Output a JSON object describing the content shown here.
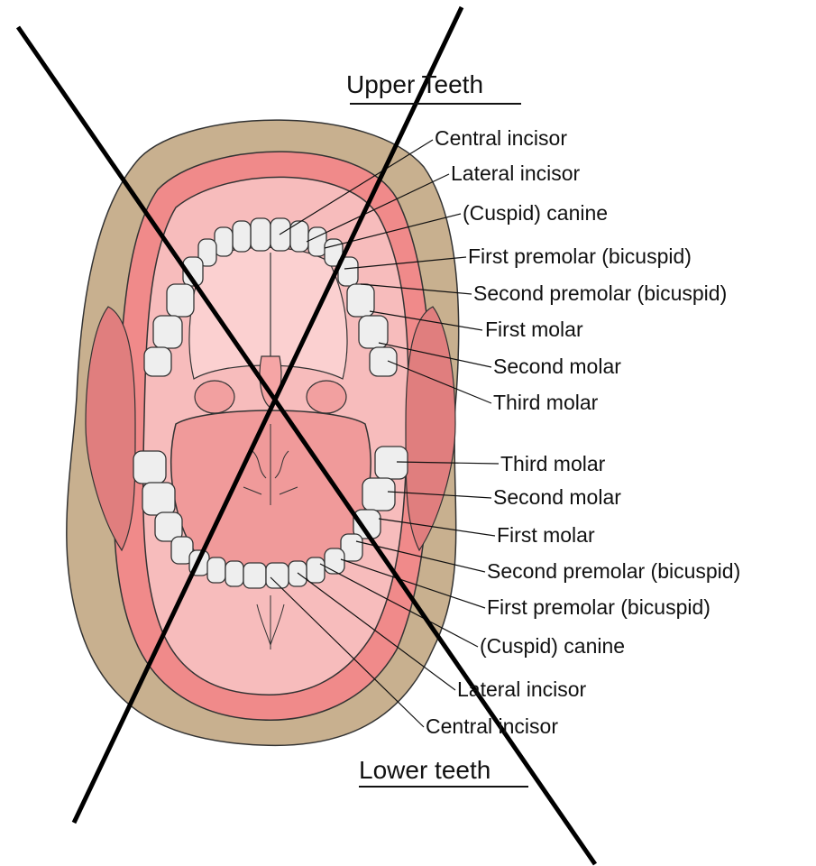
{
  "title_upper": "Upper Teeth",
  "title_lower": "Lower teeth",
  "upper_labels": [
    "Central incisor",
    "Lateral incisor",
    "(Cuspid) canine",
    "First premolar (bicuspid)",
    "Second premolar (bicuspid)",
    "First molar",
    "Second molar",
    "Third molar"
  ],
  "lower_labels": [
    "Third molar",
    "Second molar",
    "First molar",
    "Second premolar (bicuspid)",
    "First premolar (bicuspid)",
    "(Cuspid) canine",
    "Lateral incisor",
    "Central incisor"
  ],
  "colors": {
    "skin": "#c8b08f",
    "lip": "#f08a8a",
    "mouth_interior": "#f7bcbc",
    "tongue": "#f09a9a",
    "tooth": "#eeeeee",
    "cheek_muscle": "#e07e7e",
    "cross_out": "#000000"
  }
}
